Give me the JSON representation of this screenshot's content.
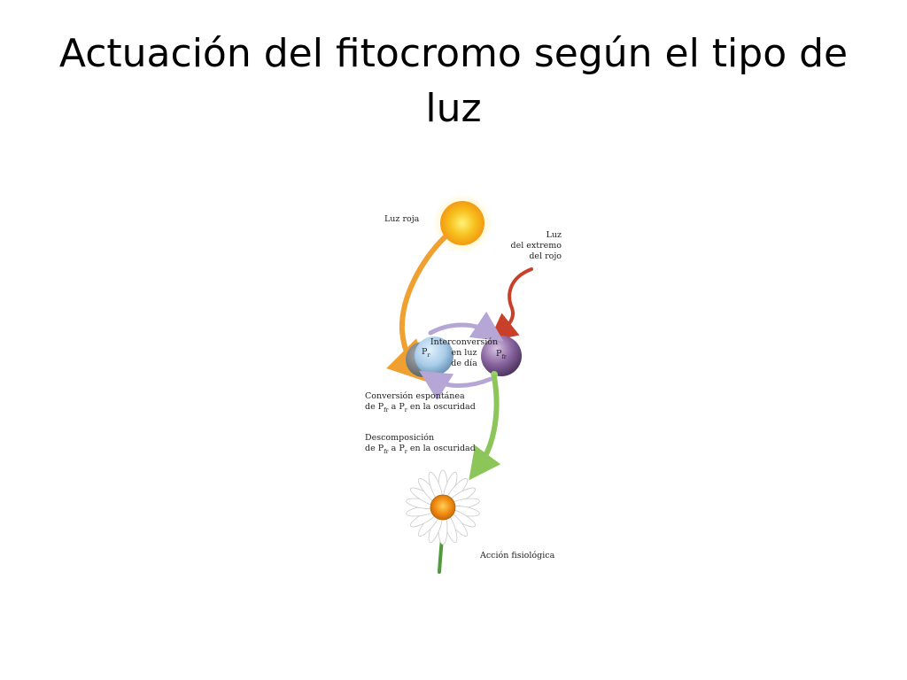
{
  "slide": {
    "title": "Actuación del fitocromo según el tipo de luz"
  },
  "figure": {
    "red_light_label": "Luz roja",
    "far_red_label": {
      "line1": "Luz",
      "line2": "del extremo",
      "line3": "del rojo"
    },
    "interconversion": {
      "line1": "Interconversión",
      "line2": "en luz",
      "line3": "de día"
    },
    "pr": {
      "main": "P",
      "sub": "r"
    },
    "pfr": {
      "main": "P",
      "sub": "fr"
    },
    "spontaneous": {
      "line1": "Conversión espontánea",
      "prefix": "de P",
      "from_sub": "fr",
      "middle": " a P",
      "to_sub": "r",
      "suffix": " en la oscuridad"
    },
    "decomposition": {
      "line1": "Descomposición",
      "prefix": "de P",
      "from_sub": "fr",
      "middle": " a P",
      "to_sub": "r",
      "suffix": " en la oscuridad"
    },
    "action_label": "Acción fisiológica",
    "colors": {
      "sun": "#f7c21e",
      "red_light_arrow": "#f0a030",
      "far_red_arrow": "#c8402a",
      "pr_sphere": "#a9cdea",
      "pfr_sphere": "#8a66a0",
      "cycle_arrows": "#b6a6d6",
      "action_arrow": "#8cc65a",
      "flower_center": "#f08c10"
    }
  }
}
